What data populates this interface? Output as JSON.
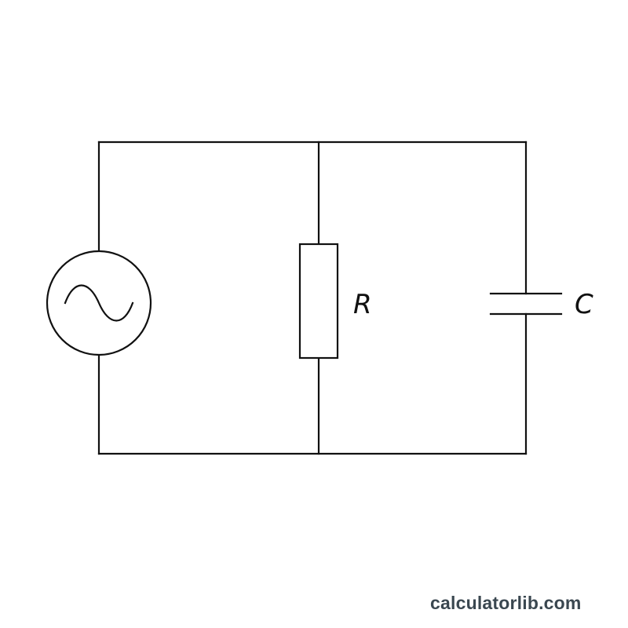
{
  "diagram": {
    "type": "circuit",
    "components": [
      {
        "id": "source",
        "kind": "ac-voltage-source",
        "icon": "sine-wave-icon",
        "label": ""
      },
      {
        "id": "resistor",
        "kind": "resistor",
        "label": "R"
      },
      {
        "id": "capacitor",
        "kind": "capacitor",
        "label": "C"
      }
    ],
    "connection": "parallel"
  },
  "watermark": {
    "text": "calculatorlib.com"
  },
  "colors": {
    "stroke": "#111111",
    "background": "#ffffff",
    "watermark": "#3a4750"
  }
}
